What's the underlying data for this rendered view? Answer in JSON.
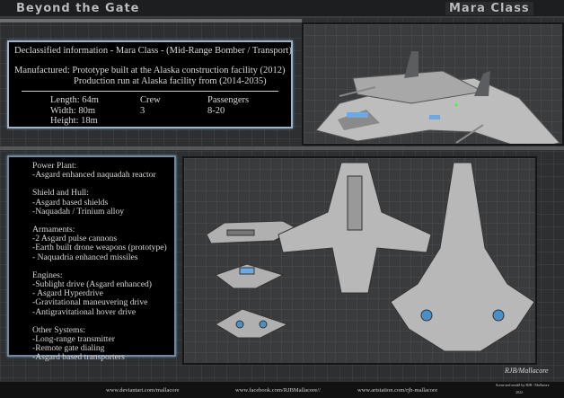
{
  "header": {
    "title": "Beyond the Gate",
    "class_name": "Mara Class"
  },
  "info": {
    "line1": "Declassified information - Mara Class - (Mid-Range Bomber / Transport)",
    "line2": "Manufactured: Prototype built at the Alaska construction facility (2012)",
    "line3": "Production run at Alaska facility from (2014-2035)",
    "length": "Length: 64m",
    "width": "Width: 80m",
    "height": "Height: 18m",
    "crew_label": "Crew",
    "crew_value": "3",
    "passengers_label": "Passengers",
    "passengers_value": "8-20"
  },
  "features": [
    {
      "heading": "Power Plant:",
      "items": [
        "-Asgard enhanced naquadah reactor"
      ]
    },
    {
      "heading": "Shield and Hull:",
      "items": [
        "-Asgard based shields",
        "-Naquadah / Trinium alloy"
      ]
    },
    {
      "heading": "Armaments:",
      "items": [
        "-2 Asgard pulse cannons",
        "-Earth built drone weapons (prototype)",
        "- Naquadria enhanced missiles"
      ]
    },
    {
      "heading": "Engines:",
      "items": [
        "-Sublight drive (Asgard enhanced)",
        "- Asgard Hyperdrive",
        "-Gravitational maneuvering drive",
        "-Antigravitational hover drive"
      ]
    },
    {
      "heading": "Other Systems:",
      "items": [
        "-Long-range transmitter",
        "-Remote gate dialing",
        "-Asgard based transporters"
      ]
    }
  ],
  "signature": "RJB Mallacore",
  "footer": {
    "deviantart": "www.deviantart.com/mallacore",
    "facebook": "www.facebook.com/RJBMallacore//",
    "artstation": "www.artstation.com/rjb-mallacore",
    "credit": "Scene and model by RJB / Mallacore",
    "year": "2022"
  }
}
